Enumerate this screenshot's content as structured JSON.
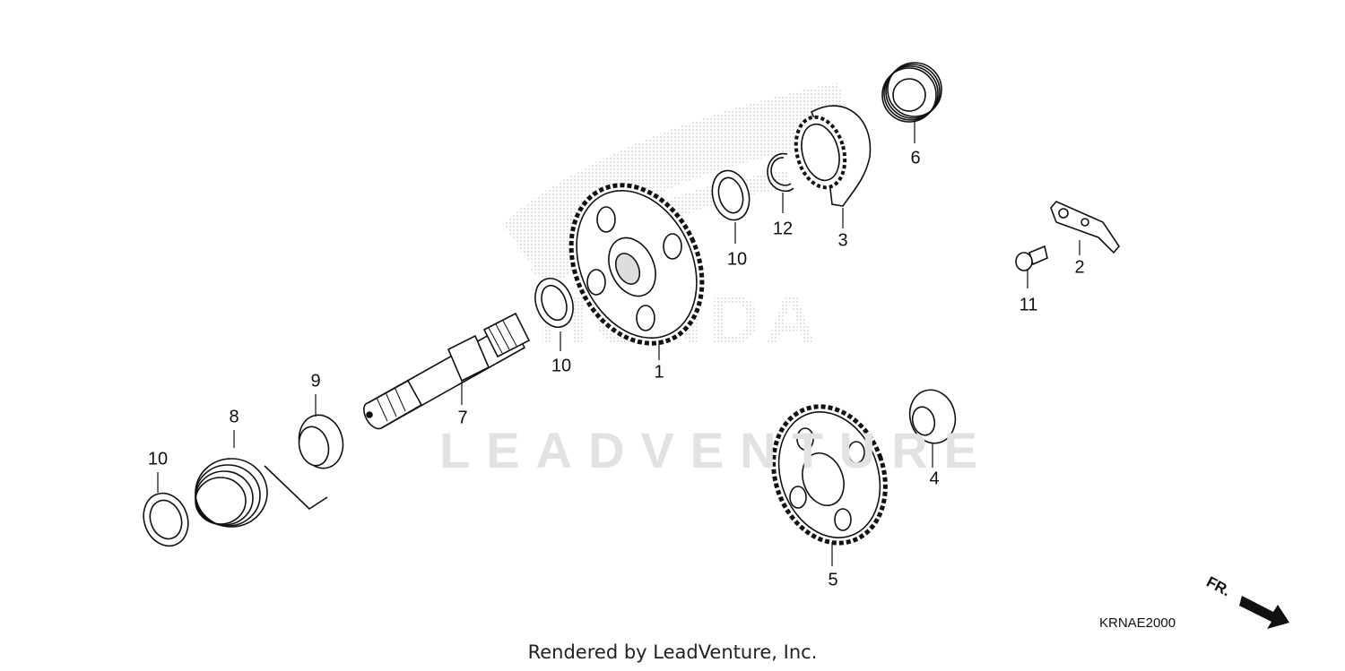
{
  "diagram": {
    "callouts": [
      {
        "id": "c1",
        "text": "1"
      },
      {
        "id": "c2",
        "text": "2"
      },
      {
        "id": "c3",
        "text": "3"
      },
      {
        "id": "c4",
        "text": "4"
      },
      {
        "id": "c5",
        "text": "5"
      },
      {
        "id": "c6",
        "text": "6"
      },
      {
        "id": "c7",
        "text": "7"
      },
      {
        "id": "c8",
        "text": "8"
      },
      {
        "id": "c9",
        "text": "9"
      },
      {
        "id": "c10a",
        "text": "10"
      },
      {
        "id": "c10b",
        "text": "10"
      },
      {
        "id": "c10c",
        "text": "10"
      },
      {
        "id": "c11",
        "text": "11"
      },
      {
        "id": "c12",
        "text": "12"
      }
    ],
    "diagram_code": "KRNAE2000",
    "direction_label": "FR.",
    "watermark_text": "LEADVENTURE",
    "credit": "Rendered by LeadVenture, Inc."
  }
}
